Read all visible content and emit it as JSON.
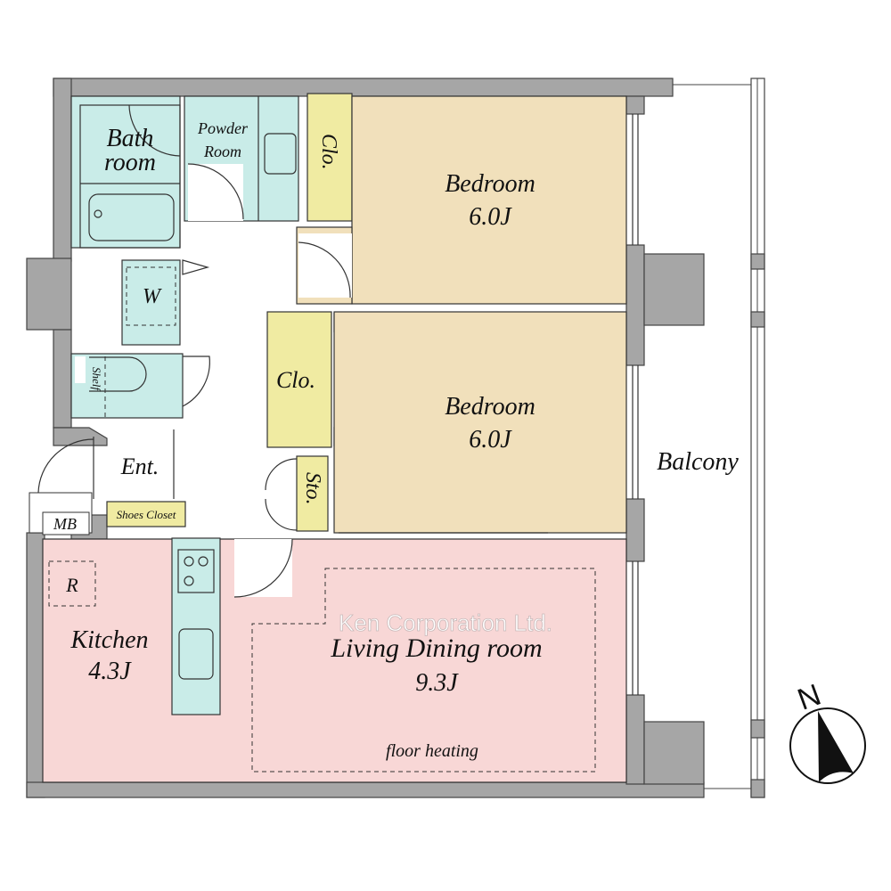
{
  "rooms": {
    "bath": {
      "line1": "Bath",
      "line2": "room"
    },
    "powder": {
      "line1": "Powder",
      "line2": "Room"
    },
    "closet_top": "Clo.",
    "bedroom1": {
      "name": "Bedroom",
      "size": "6.0J"
    },
    "washer": "W",
    "shelf": "Shelf",
    "closet_mid": "Clo.",
    "bedroom2": {
      "name": "Bedroom",
      "size": "6.0J"
    },
    "storage": "Sto.",
    "entrance": "Ent.",
    "shoes_closet": "Shoes Closet",
    "meter_box": "MB",
    "refrigerator": "R",
    "kitchen": {
      "name": "Kitchen",
      "size": "4.3J"
    },
    "living": {
      "name": "Living Dining room",
      "size": "9.3J",
      "note": "floor heating"
    },
    "balcony": "Balcony"
  },
  "compass": {
    "label": "N",
    "icon": "north-arrow-icon"
  },
  "watermark": "Ken Corporation Ltd.",
  "colors": {
    "wall": "#a6a6a6",
    "wet": "#c9ece8",
    "closet": "#f0eba2",
    "bedroom": "#f1e0bb",
    "living": "#f8d7d6"
  }
}
